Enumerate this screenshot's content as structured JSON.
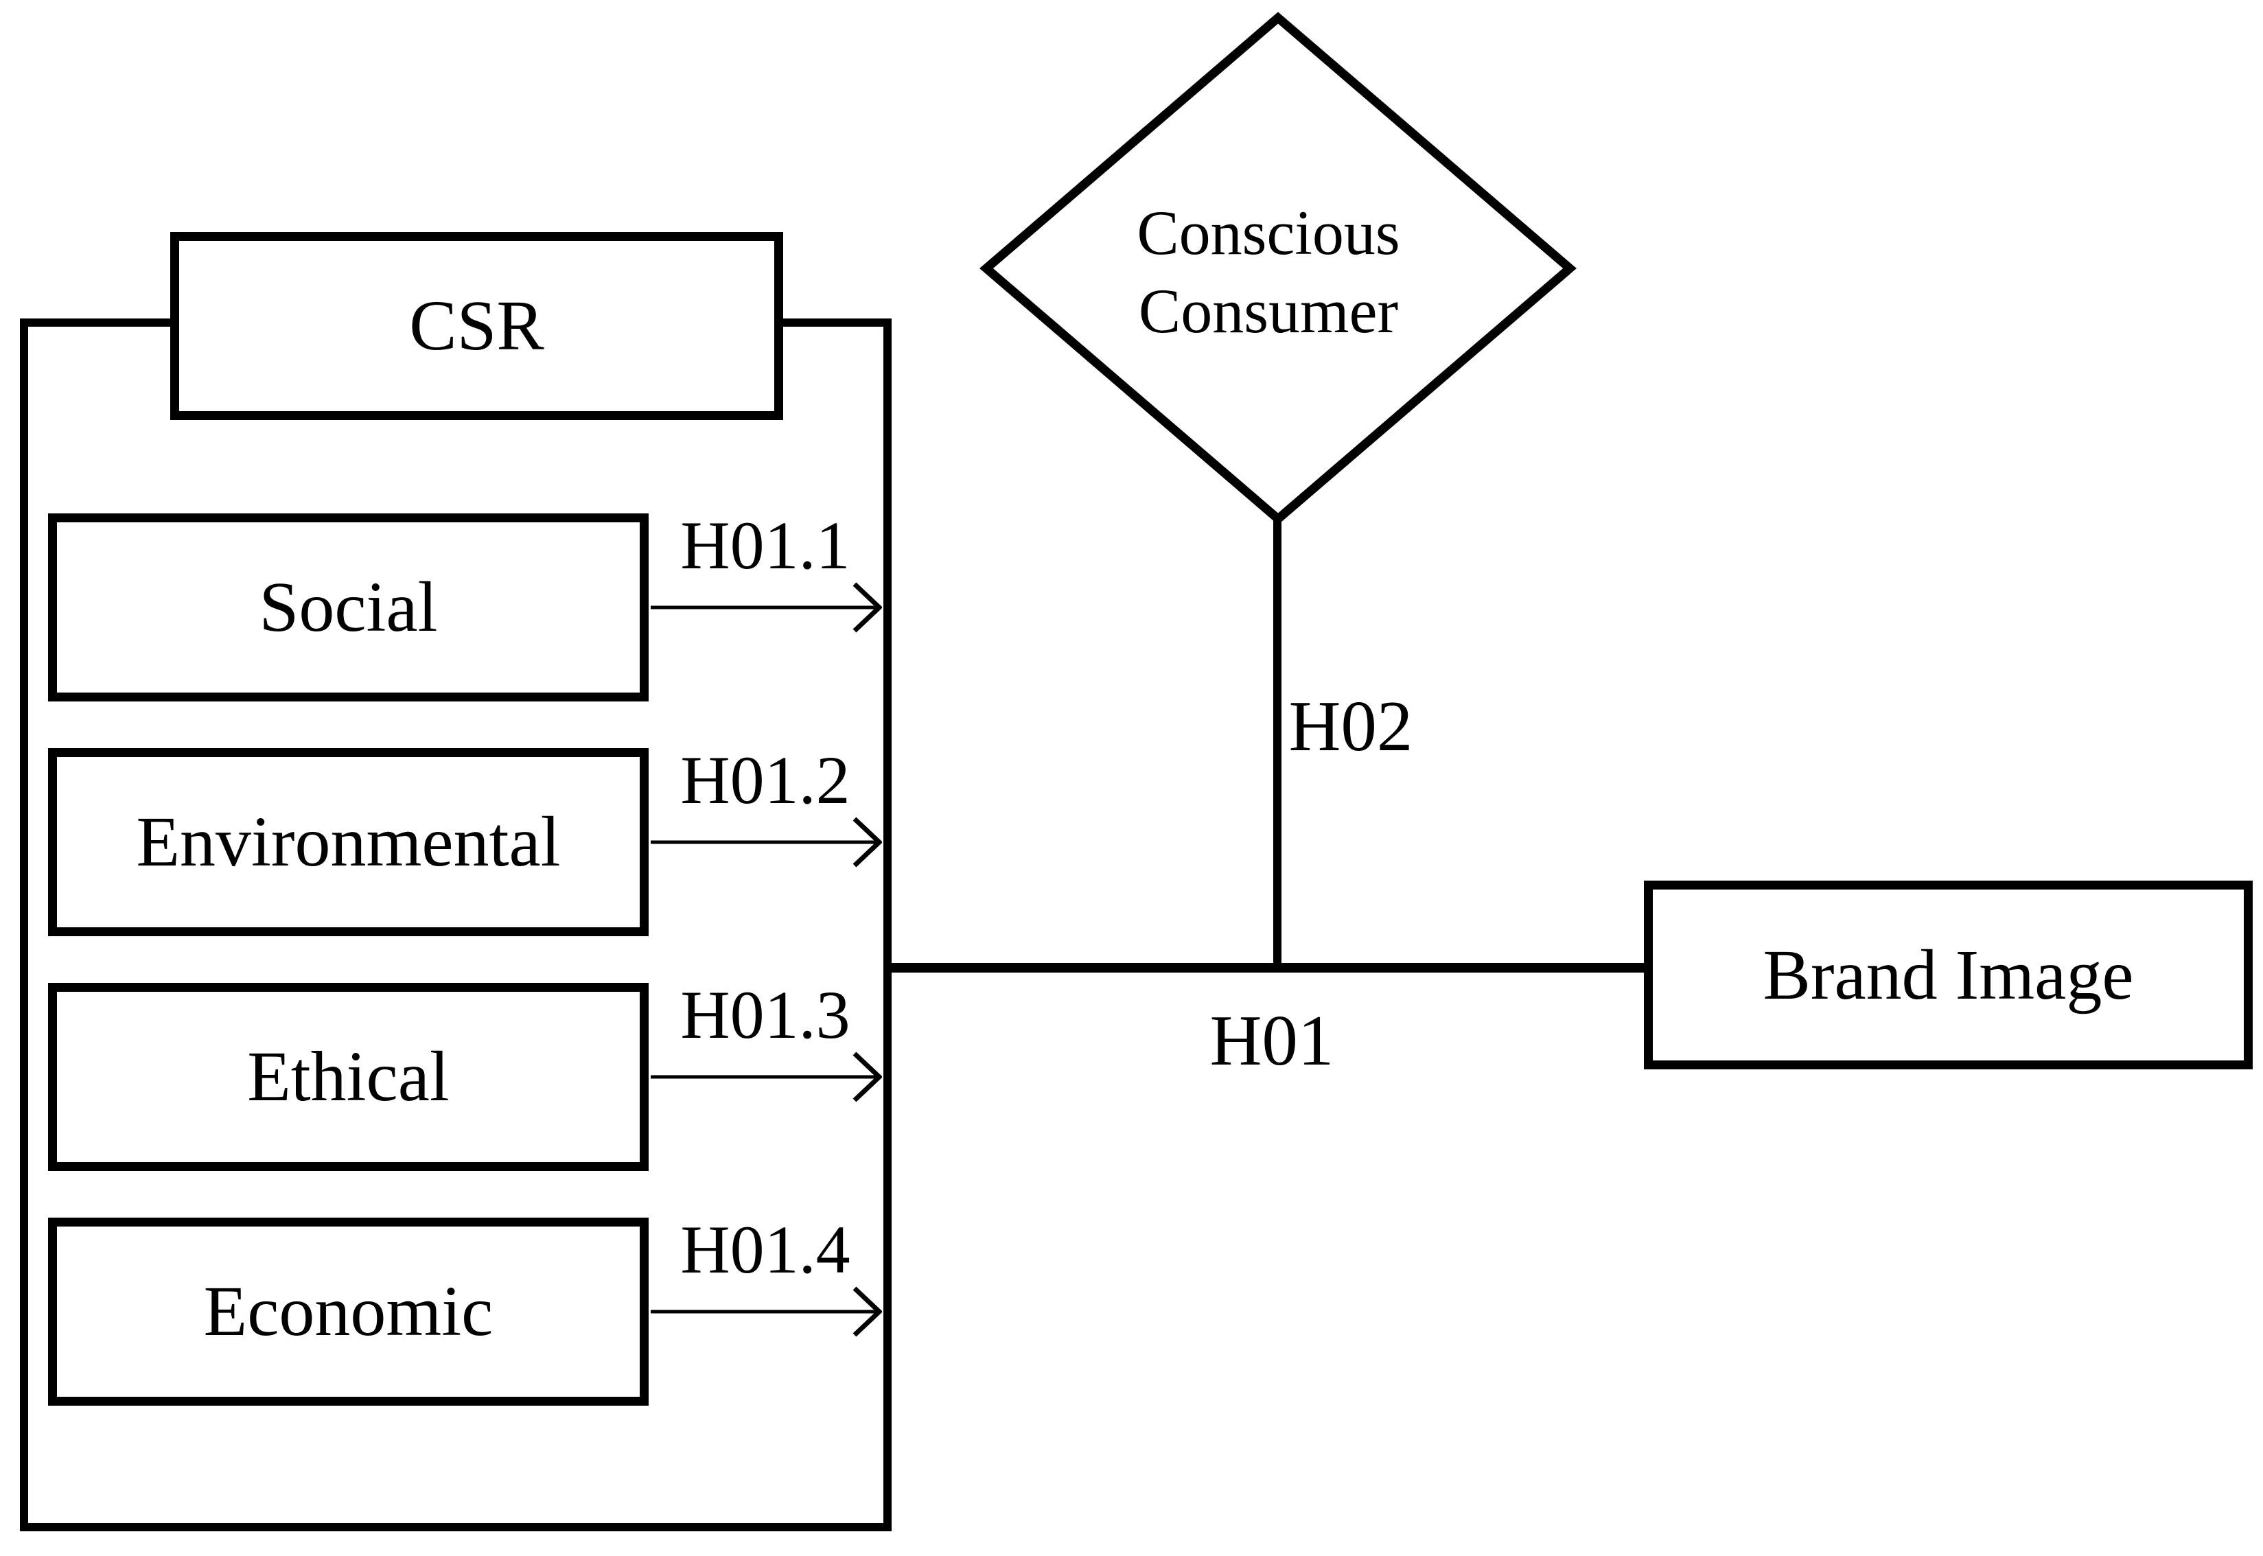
{
  "diagram": {
    "title_construct": {
      "label": "CSR"
    },
    "components": [
      {
        "label": "Social",
        "hypothesis": "H01.1"
      },
      {
        "label": "Environmental",
        "hypothesis": "H01.2"
      },
      {
        "label": "Ethical",
        "hypothesis": "H01.3"
      },
      {
        "label": "Economic",
        "hypothesis": "H01.4"
      }
    ],
    "moderator": {
      "label_line1": "Conscious",
      "label_line2": "Consumer",
      "hypothesis": "H02"
    },
    "outcome": {
      "label": "Brand Image"
    },
    "main_hypothesis": "H01",
    "colors": {
      "stroke": "#000000",
      "background": "#ffffff"
    }
  }
}
